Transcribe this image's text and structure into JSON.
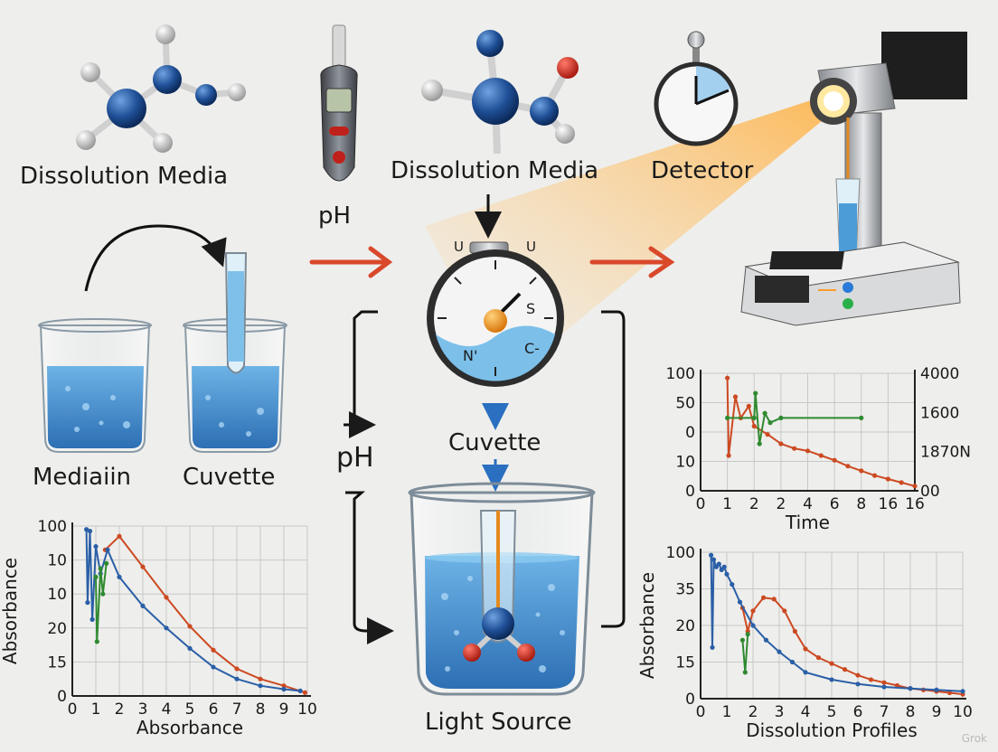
{
  "labels": {
    "dissolution_media_left": "Dissolution Media",
    "dissolution_media_center": "Dissolution Media",
    "detector": "Detector",
    "ph_top": "pH",
    "ph_side": "pH",
    "cuvette_center": "Cuvette",
    "mediaiin": "Mediaiin",
    "cuvette_left": "Cuvette",
    "light_source": "Light Source",
    "timer_s": "S",
    "timer_n": "N'",
    "timer_c": "C-",
    "timer_u_left": "U",
    "timer_u_right": "U"
  },
  "colors": {
    "series_red": "#cc4a22",
    "series_blue": "#2a5fa6",
    "series_green": "#2f8a2f",
    "arrow_orange": "#d9482b",
    "water_blue": "#4c9cd8"
  },
  "watermark": "Grok",
  "chart_data": [
    {
      "type": "line",
      "title": "",
      "xlabel": "Absorbance",
      "ylabel": "Absorbance",
      "xticks": [
        "0",
        "1",
        "2",
        "3",
        "4",
        "5",
        "6",
        "7",
        "8",
        "9",
        "10"
      ],
      "yticks": [
        "100",
        "10",
        "10",
        "20",
        "15",
        "0"
      ],
      "grid": true,
      "series": [
        {
          "color": "#cc4a22",
          "x": [
            1.4,
            2.0,
            3.0,
            4.0,
            5.0,
            6.0,
            7.0,
            8.0,
            9.0,
            9.9
          ],
          "y": [
            0.86,
            0.94,
            0.76,
            0.58,
            0.41,
            0.27,
            0.16,
            0.1,
            0.06,
            0.02
          ]
        },
        {
          "color": "#2a5fa6",
          "x": [
            0.6,
            0.65,
            0.75,
            0.85,
            1.0,
            1.2,
            1.5,
            2.0,
            3.0,
            4.0,
            5.0,
            6.0,
            7.0,
            8.0,
            9.0,
            9.7
          ],
          "y": [
            0.98,
            0.55,
            0.97,
            0.45,
            0.88,
            0.72,
            0.86,
            0.7,
            0.53,
            0.4,
            0.28,
            0.17,
            0.1,
            0.06,
            0.04,
            0.03
          ]
        },
        {
          "color": "#2f8a2f",
          "x": [
            1.0,
            1.05,
            1.2,
            1.3,
            1.45
          ],
          "y": [
            0.7,
            0.32,
            0.75,
            0.6,
            0.78
          ]
        }
      ]
    },
    {
      "type": "line",
      "title": "",
      "xlabel": "Time",
      "ylabel": "",
      "xticks": [
        "0",
        "1",
        "2",
        "2",
        "4",
        "6",
        "8",
        "16",
        "16"
      ],
      "yticks_left": [
        "100",
        "50",
        "0",
        "10",
        "0"
      ],
      "yticks_right": [
        "4000",
        "1600",
        "1870N",
        "00"
      ],
      "grid": true,
      "series": [
        {
          "color": "#cc4a22",
          "x": [
            1.0,
            1.05,
            1.3,
            1.5,
            1.8,
            2.0,
            2.5,
            3.0,
            3.5,
            4.0,
            4.5,
            5.0,
            5.5,
            6.0,
            6.5,
            7.0,
            7.5,
            8.0
          ],
          "y": [
            0.96,
            0.3,
            0.8,
            0.62,
            0.72,
            0.55,
            0.48,
            0.4,
            0.36,
            0.34,
            0.3,
            0.26,
            0.21,
            0.17,
            0.13,
            0.1,
            0.07,
            0.04
          ]
        },
        {
          "color": "#2f8a2f",
          "x": [
            1.0,
            2.0,
            2.05,
            2.2,
            2.4,
            2.6,
            3.0,
            6.0
          ],
          "y": [
            0.62,
            0.62,
            0.83,
            0.4,
            0.66,
            0.58,
            0.62,
            0.62
          ]
        }
      ]
    },
    {
      "type": "line",
      "title": "",
      "xlabel": "Dissolution Profiles",
      "ylabel": "Absorbance",
      "xticks": [
        "0",
        "1",
        "2",
        "3",
        "4",
        "5",
        "6",
        "7",
        "8",
        "9",
        "10"
      ],
      "yticks": [
        "100",
        "35",
        "20",
        "15",
        "0"
      ],
      "grid": true,
      "series": [
        {
          "color": "#cc4a22",
          "x": [
            1.6,
            1.8,
            2.0,
            2.4,
            2.8,
            3.2,
            3.6,
            4.0,
            4.5,
            5.0,
            5.5,
            6.0,
            6.5,
            7.0,
            7.5,
            8.0,
            8.5,
            9.0,
            9.5,
            10.0
          ],
          "y": [
            0.62,
            0.46,
            0.6,
            0.69,
            0.68,
            0.6,
            0.46,
            0.34,
            0.28,
            0.24,
            0.2,
            0.16,
            0.13,
            0.11,
            0.09,
            0.07,
            0.06,
            0.05,
            0.04,
            0.03
          ]
        },
        {
          "color": "#2a5fa6",
          "x": [
            0.4,
            0.45,
            0.5,
            0.6,
            0.7,
            0.8,
            0.9,
            1.0,
            1.2,
            1.5,
            2.0,
            2.5,
            3.0,
            3.5,
            4.0,
            5.0,
            6.0,
            7.0,
            8.0,
            9.0,
            10.0
          ],
          "y": [
            0.98,
            0.35,
            0.95,
            0.9,
            0.92,
            0.88,
            0.9,
            0.85,
            0.78,
            0.66,
            0.5,
            0.4,
            0.32,
            0.25,
            0.18,
            0.13,
            0.1,
            0.08,
            0.07,
            0.06,
            0.05
          ]
        },
        {
          "color": "#2f8a2f",
          "x": [
            1.6,
            1.7,
            1.8
          ],
          "y": [
            0.4,
            0.18,
            0.44
          ]
        }
      ]
    }
  ]
}
